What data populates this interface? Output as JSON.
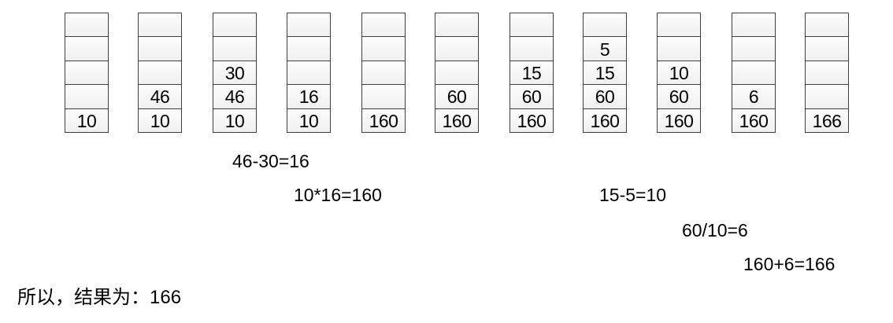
{
  "diagram": {
    "type": "stack-evaluation-trace",
    "stack_depth": 5,
    "stacks": [
      {
        "step": 1,
        "cells": [
          "",
          "",
          "",
          "",
          "10"
        ]
      },
      {
        "step": 2,
        "cells": [
          "",
          "",
          "",
          "46",
          "10"
        ]
      },
      {
        "step": 3,
        "cells": [
          "",
          "",
          "30",
          "46",
          "10"
        ]
      },
      {
        "step": 4,
        "cells": [
          "",
          "",
          "",
          "16",
          "10"
        ]
      },
      {
        "step": 5,
        "cells": [
          "",
          "",
          "",
          "",
          "160"
        ]
      },
      {
        "step": 6,
        "cells": [
          "",
          "",
          "",
          "60",
          "160"
        ]
      },
      {
        "step": 7,
        "cells": [
          "",
          "",
          "15",
          "60",
          "160"
        ]
      },
      {
        "step": 8,
        "cells": [
          "",
          "5",
          "15",
          "60",
          "160"
        ]
      },
      {
        "step": 9,
        "cells": [
          "",
          "",
          "10",
          "60",
          "160"
        ]
      },
      {
        "step": 10,
        "cells": [
          "",
          "",
          "",
          "6",
          "160"
        ]
      },
      {
        "step": 11,
        "cells": [
          "",
          "",
          "",
          "",
          "166"
        ]
      }
    ],
    "annotations": [
      {
        "text": "46-30=16"
      },
      {
        "text": "10*16=160"
      },
      {
        "text": "15-5=10"
      },
      {
        "text": "60/10=6"
      },
      {
        "text": "160+6=166"
      }
    ],
    "conclusion": {
      "label": "所以，结果为：",
      "value": "166"
    }
  },
  "colors": {
    "border": "#404040",
    "cell_fill_top": "#fdfdfd",
    "cell_fill_bottom": "#f0f0f0",
    "text": "#000000",
    "background": "#ffffff"
  }
}
